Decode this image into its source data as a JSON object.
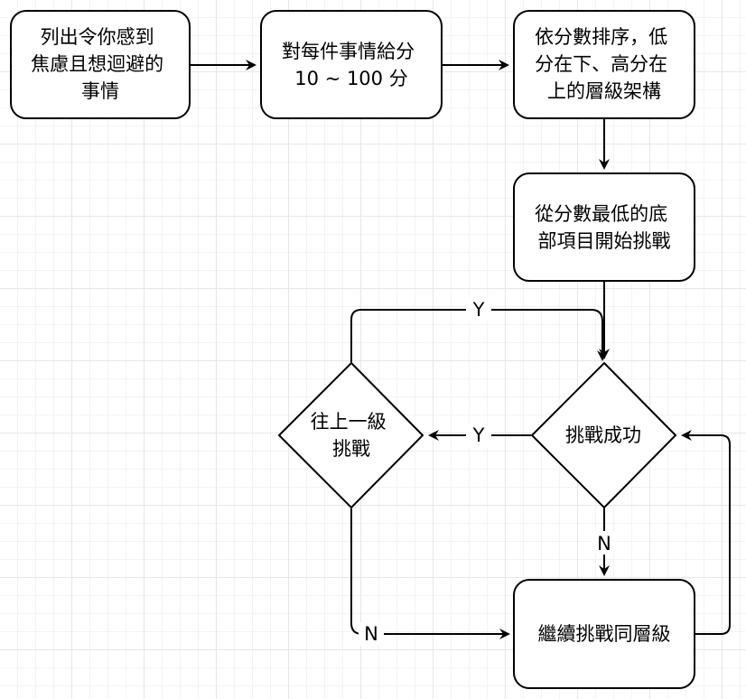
{
  "nodes": {
    "list": [
      "列出令你感到",
      "焦慮且想迴避的",
      "事情"
    ],
    "score": [
      "對每件事情給分",
      "10 ~ 100 分"
    ],
    "sort": [
      "依分數排序，低",
      "分在下、高分在",
      "上的層級架構"
    ],
    "start": [
      "從分數最低的底",
      "部項目開始挑戰"
    ],
    "success": [
      "挑戰成功"
    ],
    "up": [
      "往上一級",
      "挑戰"
    ],
    "continue": [
      "繼續挑戰同層級"
    ]
  },
  "edge_labels": {
    "loop_yes": "Y",
    "yes_up": "Y",
    "no_down": "N",
    "no_continue": "N"
  }
}
